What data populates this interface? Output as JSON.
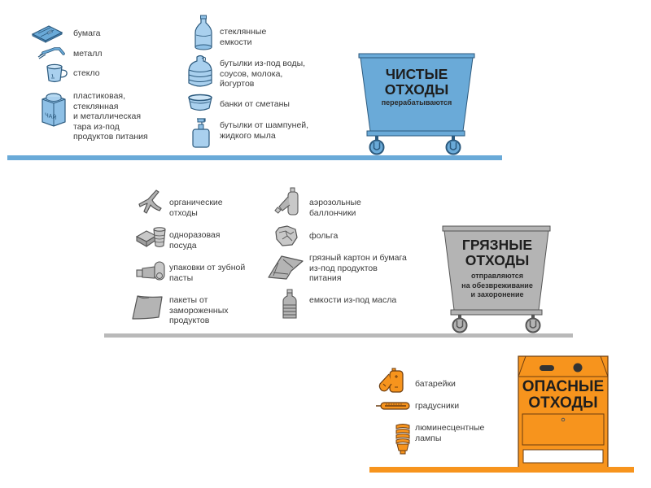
{
  "colors": {
    "clean": "#6aaad8",
    "clean_stroke": "#2c5a7e",
    "dirty": "#b4b4b4",
    "dirty_stroke": "#555555",
    "hazardous": "#f7941d",
    "hazardous_stroke": "#6b3c10"
  },
  "sections": {
    "clean": {
      "bin": {
        "title": "ЧИСТЫЕ\nОТХОДЫ",
        "subtitle": "перерабатываются",
        "icon": "wheelie-bin-icon"
      },
      "items": [
        {
          "label": "бумага",
          "icon": "paper-tray-icon"
        },
        {
          "label": "металл",
          "icon": "fork-icon"
        },
        {
          "label": "стекло",
          "icon": "glass-mug-icon"
        },
        {
          "label": "пластиковая,\nстеклянная\nи металлическая\nтара из-под\nпродуктов питания",
          "icon": "tea-tin-icon"
        },
        {
          "label": "стеклянные\nемкости",
          "icon": "glass-bottle-icon"
        },
        {
          "label": "бутылки из-под воды,\nсоусов, молока,\nйогуртов",
          "icon": "water-jug-icon"
        },
        {
          "label": "банки от сметаны",
          "icon": "cup-tub-icon"
        },
        {
          "label": "бутылки от шампуней,\nжидкого мыла",
          "icon": "pump-bottle-icon"
        }
      ]
    },
    "dirty": {
      "bin": {
        "title": "ГРЯЗНЫЕ\nОТХОДЫ",
        "subtitle": "отправляются\nна обезвреживание\nи захоронение",
        "icon": "wheelie-bin-icon"
      },
      "items": [
        {
          "label": "органические\nотходы",
          "icon": "food-scraps-icon"
        },
        {
          "label": "одноразовая\nпосуда",
          "icon": "disposable-dishes-icon"
        },
        {
          "label": "упаковки от зубной\nпасты",
          "icon": "toothpaste-tube-icon"
        },
        {
          "label": "пакеты от\nзамороженных\nпродуктов",
          "icon": "plastic-bag-icon"
        },
        {
          "label": "аэрозольные\nбаллончики",
          "icon": "aerosol-can-icon"
        },
        {
          "label": "фольга",
          "icon": "foil-ball-icon"
        },
        {
          "label": "грязный картон и бумага\nиз-под продуктов\nпитания",
          "icon": "dirty-cardboard-icon"
        },
        {
          "label": "емкости из-под масла",
          "icon": "oil-bottle-icon"
        }
      ]
    },
    "hazardous": {
      "bin": {
        "title": "ОПАСНЫЕ\nОТХОДЫ",
        "icon": "hazardous-container-icon"
      },
      "items": [
        {
          "label": "батарейки",
          "icon": "battery-icon"
        },
        {
          "label": "градусники",
          "icon": "thermometer-icon"
        },
        {
          "label": "люминесцентные\nлампы",
          "icon": "fluorescent-lamp-icon"
        }
      ]
    }
  }
}
